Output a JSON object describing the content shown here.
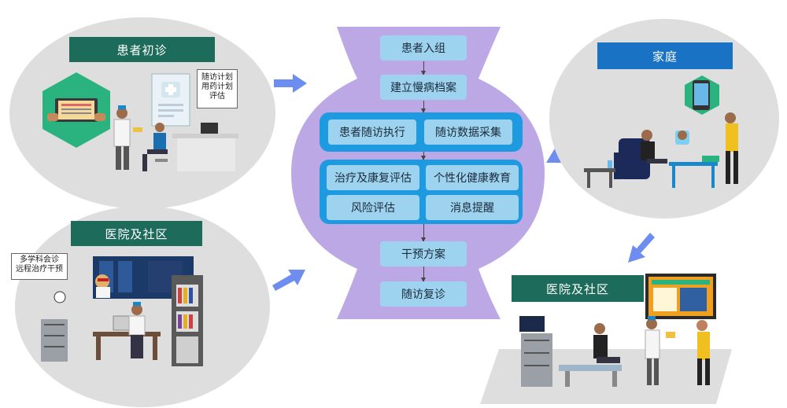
{
  "panels": {
    "patient_first_visit": {
      "banner": "患者初诊",
      "note_lines": [
        "随访计划",
        "用药计划",
        "评估"
      ]
    },
    "hospital_community_left": {
      "banner": "医院及社区",
      "note_lines": [
        "多学科会诊",
        "远程治疗干预"
      ]
    },
    "home": {
      "banner": "家庭"
    },
    "hospital_community_right": {
      "banner": "医院及社区"
    }
  },
  "flow": {
    "step1": "患者入组",
    "step2": "建立慢病档案",
    "group1": [
      "患者随访执行",
      "随访数据采集"
    ],
    "group2": [
      "治疗及康复评估",
      "个性化健康教育",
      "风险评估",
      "消息提醒"
    ],
    "step3": "干预方案",
    "step4": "随访复诊"
  },
  "colors": {
    "banner_green": "#1d6b5a",
    "banner_blue": "#1a72c4",
    "flow_purple": "#bca8e4",
    "box_blue": "#9ed3ef",
    "group_blue": "#1e9be0",
    "arrow_blue": "#6e8df0",
    "circle_gray": "#dedede"
  }
}
